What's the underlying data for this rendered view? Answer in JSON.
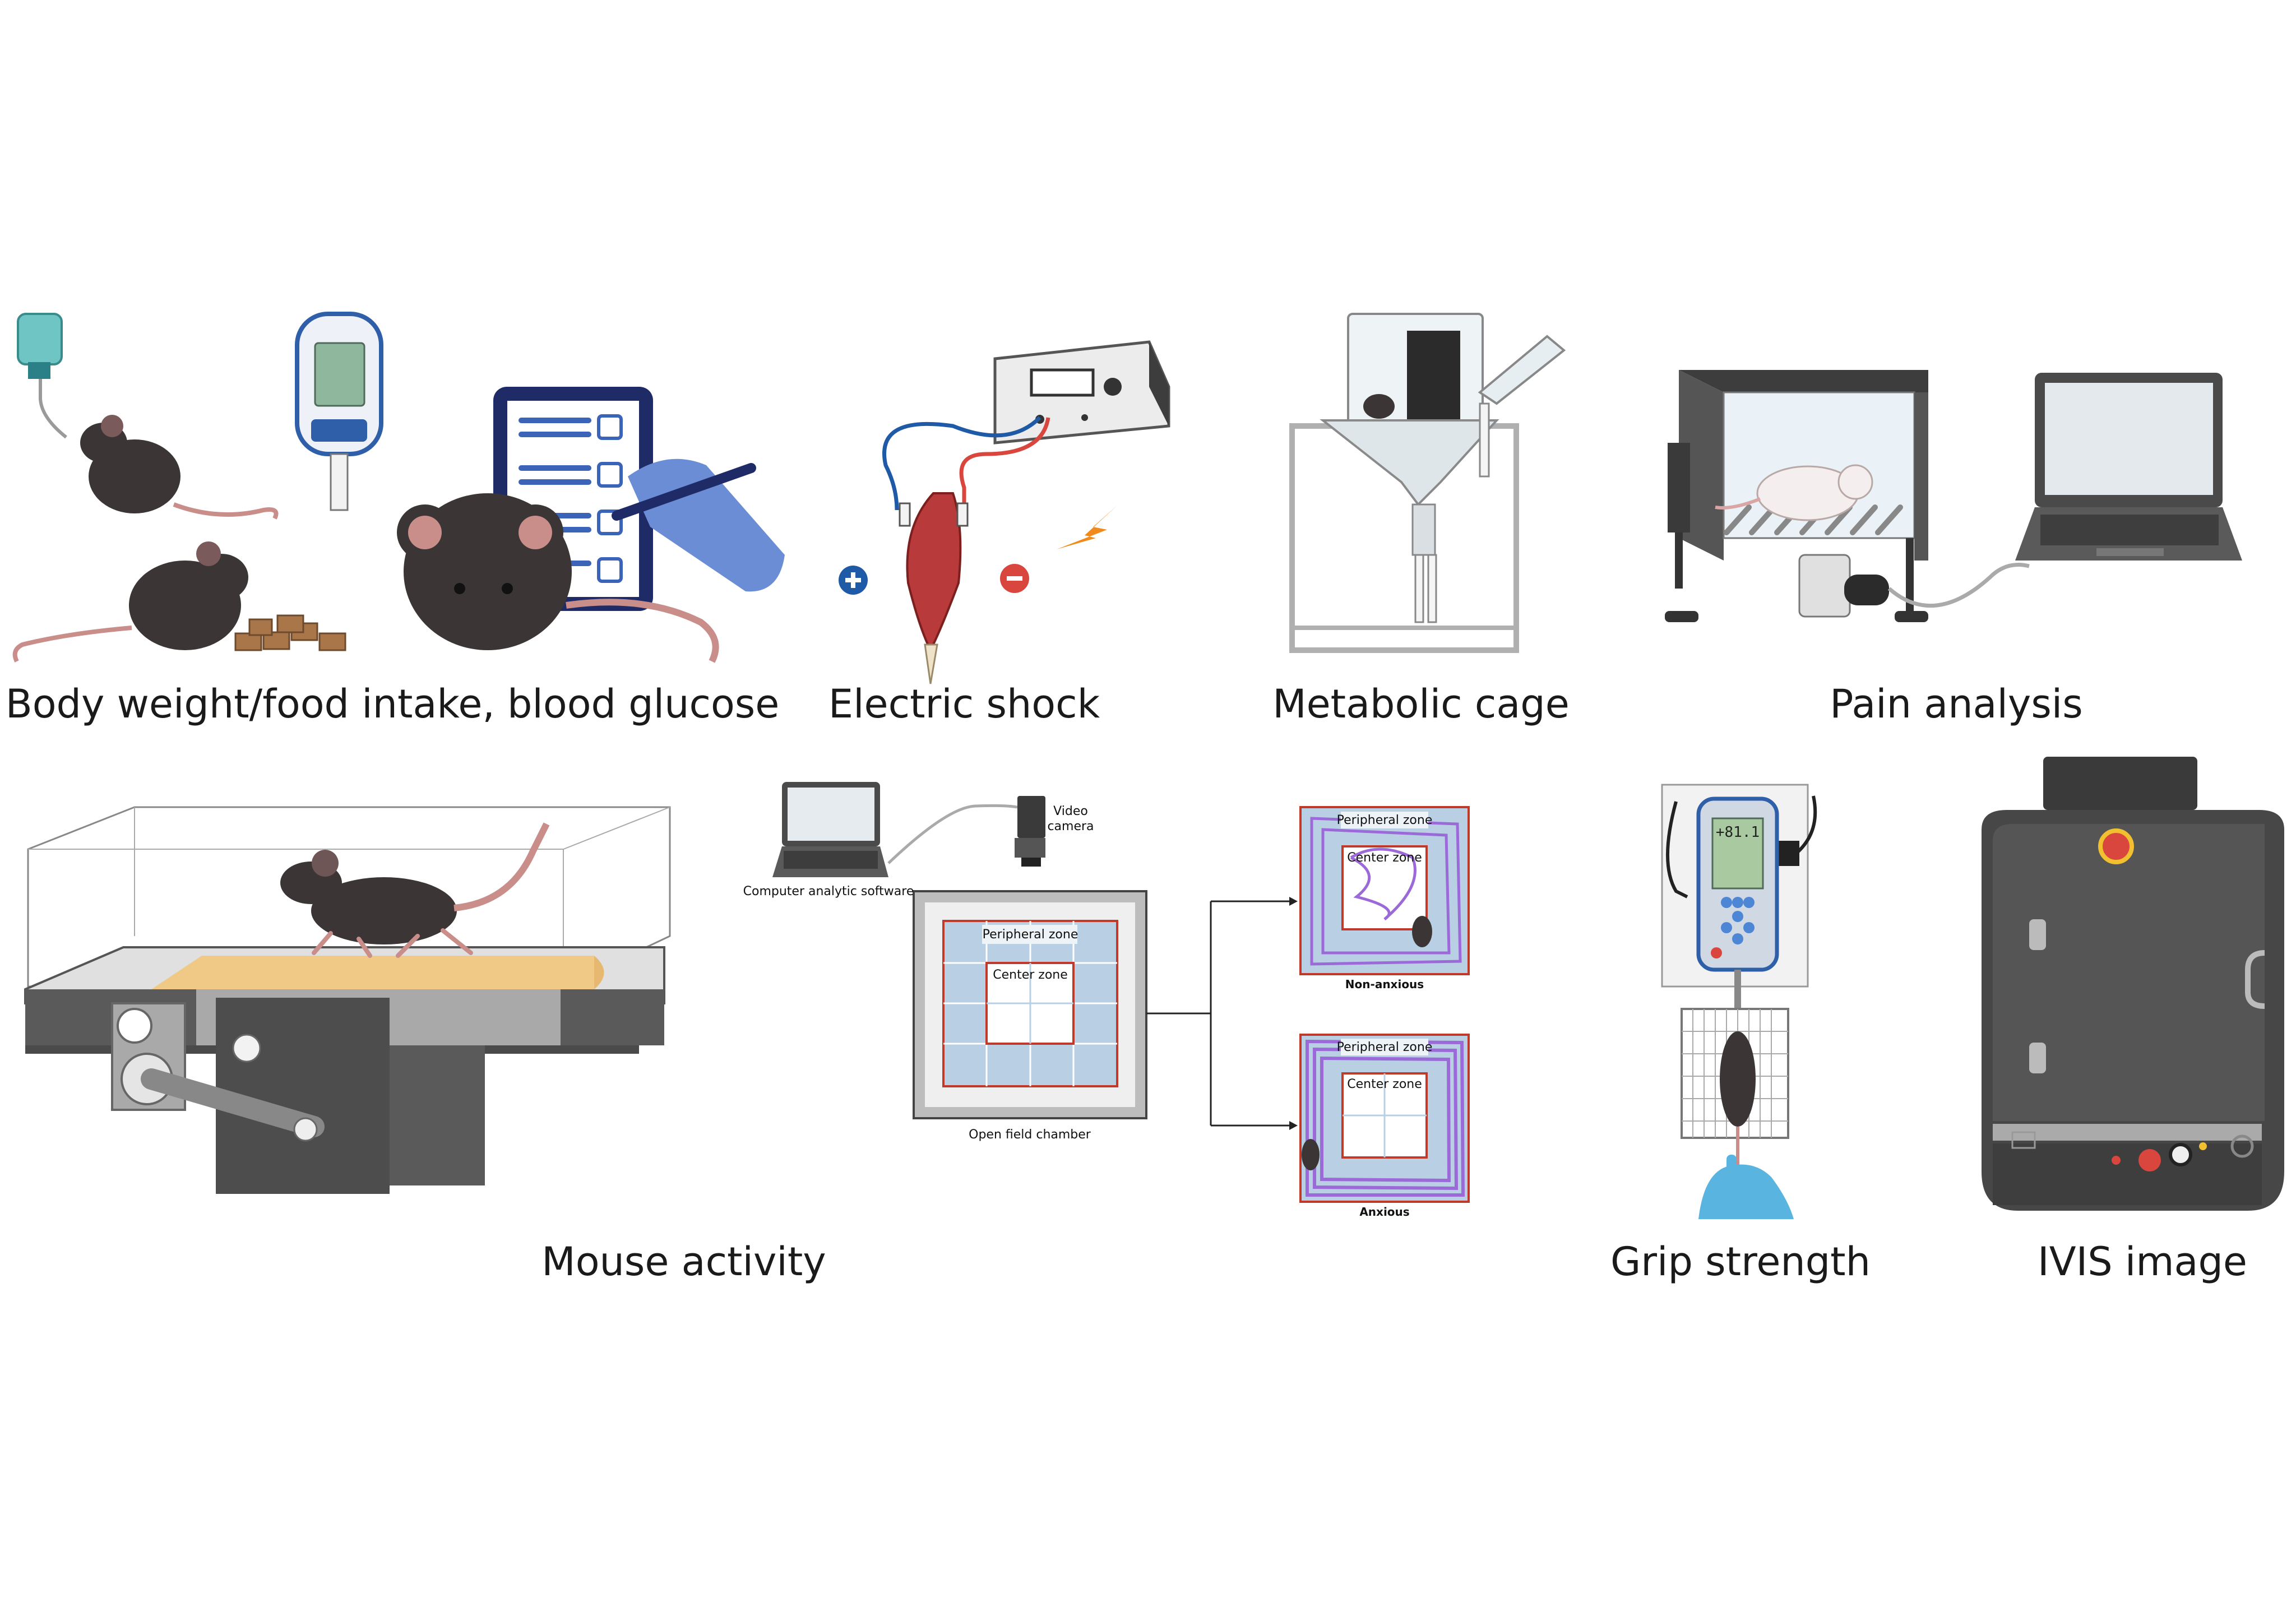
{
  "panels": {
    "body_weight": "Body weight/food intake, blood glucose",
    "electric_shock": "Electric shock",
    "metabolic_cage": "Metabolic cage",
    "pain_analysis": "Pain analysis",
    "mouse_activity": "Mouse activity",
    "grip_strength": "Grip strength",
    "ivis_image": "IVIS image"
  },
  "open_field": {
    "computer_label": "Computer analytic software",
    "camera_label_line1": "Video",
    "camera_label_line2": "camera",
    "chamber_label": "Open field chamber",
    "peripheral_zone": "Peripheral zone",
    "center_zone": "Center zone",
    "non_anxious": "Non-anxious",
    "anxious": "Anxious"
  },
  "grip_meter": {
    "reading": "+81.1"
  },
  "colors": {
    "mouse_dark": "#3b3535",
    "mouse_pink": "#c98d8a",
    "gray_device": "#4a4a4a",
    "muscle_red": "#b83a3a",
    "treadmill_belt": "#f0c987",
    "arena_blue": "#b9cfe4",
    "zone_border_red": "#c0392b",
    "trace_purple": "#9b6ad8",
    "glucometer_blue": "#2f5fa8",
    "plus_blue": "#1f5aa6",
    "minus_red": "#d9463e",
    "bolt_orange": "#f08a1c",
    "ivis_dark": "#3a3a3a"
  }
}
